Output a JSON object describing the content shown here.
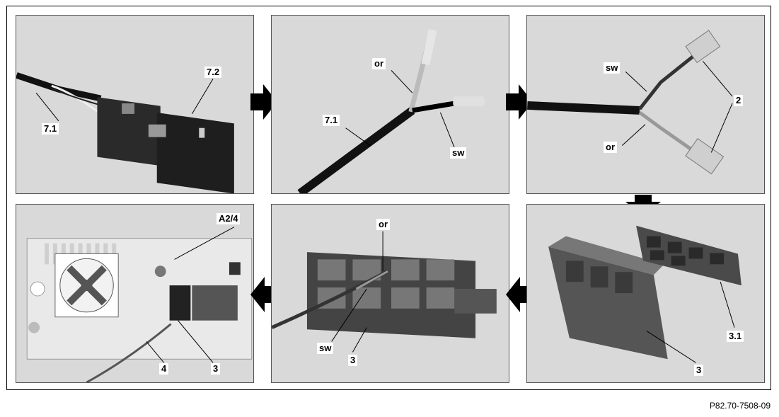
{
  "panels": {
    "p1": {
      "labels": [
        "7.1",
        "7.2"
      ]
    },
    "p2": {
      "labels": [
        "or",
        "7.1",
        "sw"
      ]
    },
    "p3": {
      "labels": [
        "sw",
        "2",
        "or"
      ]
    },
    "p4": {
      "labels": [
        "A2/4",
        "4",
        "3"
      ]
    },
    "p5": {
      "labels": [
        "or",
        "sw",
        "3"
      ]
    },
    "p6": {
      "labels": [
        "3.1",
        "3"
      ]
    }
  },
  "footer": {
    "code": "P82.70-7508-09"
  },
  "colors": {
    "panel_bg": "#d9d9d9",
    "arrow": "#000000"
  }
}
